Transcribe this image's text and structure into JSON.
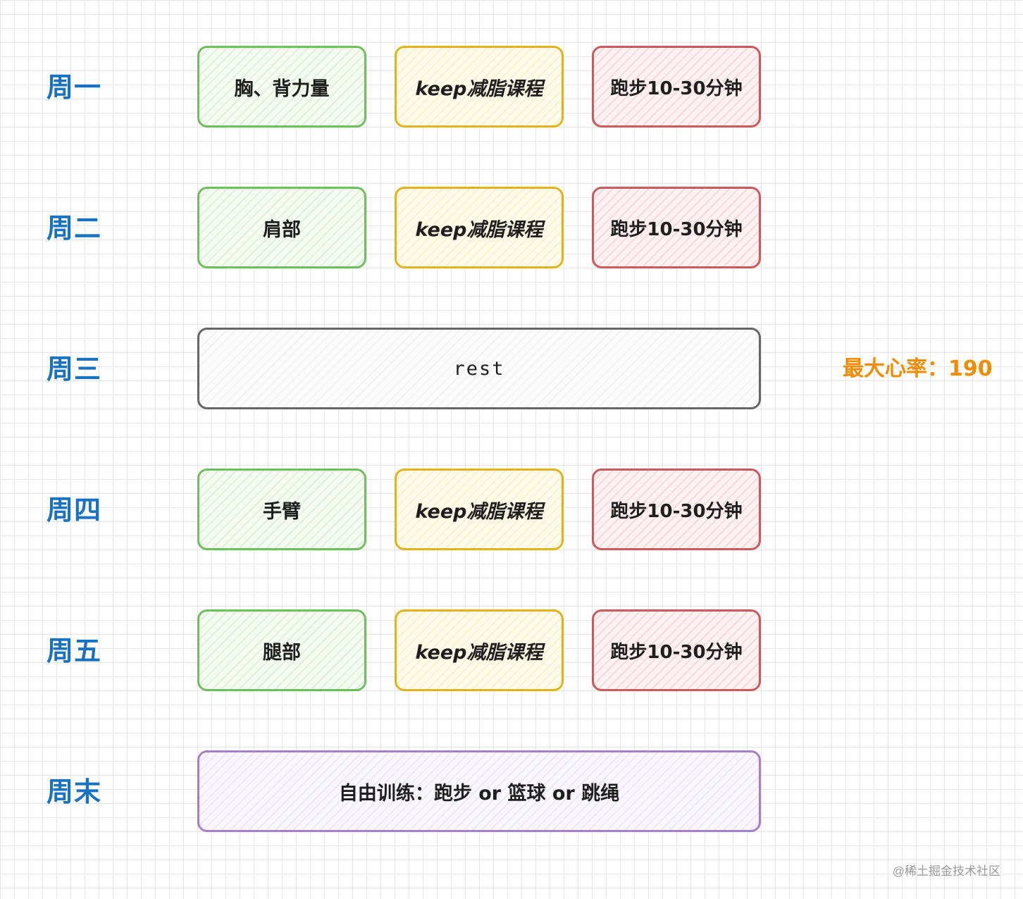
{
  "schedule": {
    "mon": {
      "day": "周一",
      "strength": "胸、背力量",
      "keep": "keep减脂课程",
      "run": "跑步10-30分钟"
    },
    "tue": {
      "day": "周二",
      "strength": "肩部",
      "keep": "keep减脂课程",
      "run": "跑步10-30分钟"
    },
    "wed": {
      "day": "周三",
      "activity": "rest"
    },
    "thu": {
      "day": "周四",
      "strength": "手臂",
      "keep": "keep减脂课程",
      "run": "跑步10-30分钟"
    },
    "fri": {
      "day": "周五",
      "strength": "腿部",
      "keep": "keep减脂课程",
      "run": "跑步10-30分钟"
    },
    "weekend": {
      "day": "周末",
      "activity": "自由训练：跑步 or 篮球 or 跳绳"
    }
  },
  "note": {
    "max_heart_rate": "最大心率：190"
  },
  "watermark": "@稀土掘金技术社区",
  "colors": {
    "day_label": "#1971c2",
    "strength": "#6fbf5f",
    "keep": "#e3b31a",
    "run": "#cc5a5a",
    "rest": "#666666",
    "weekend": "#a57fc8",
    "note": "#f08c00"
  }
}
